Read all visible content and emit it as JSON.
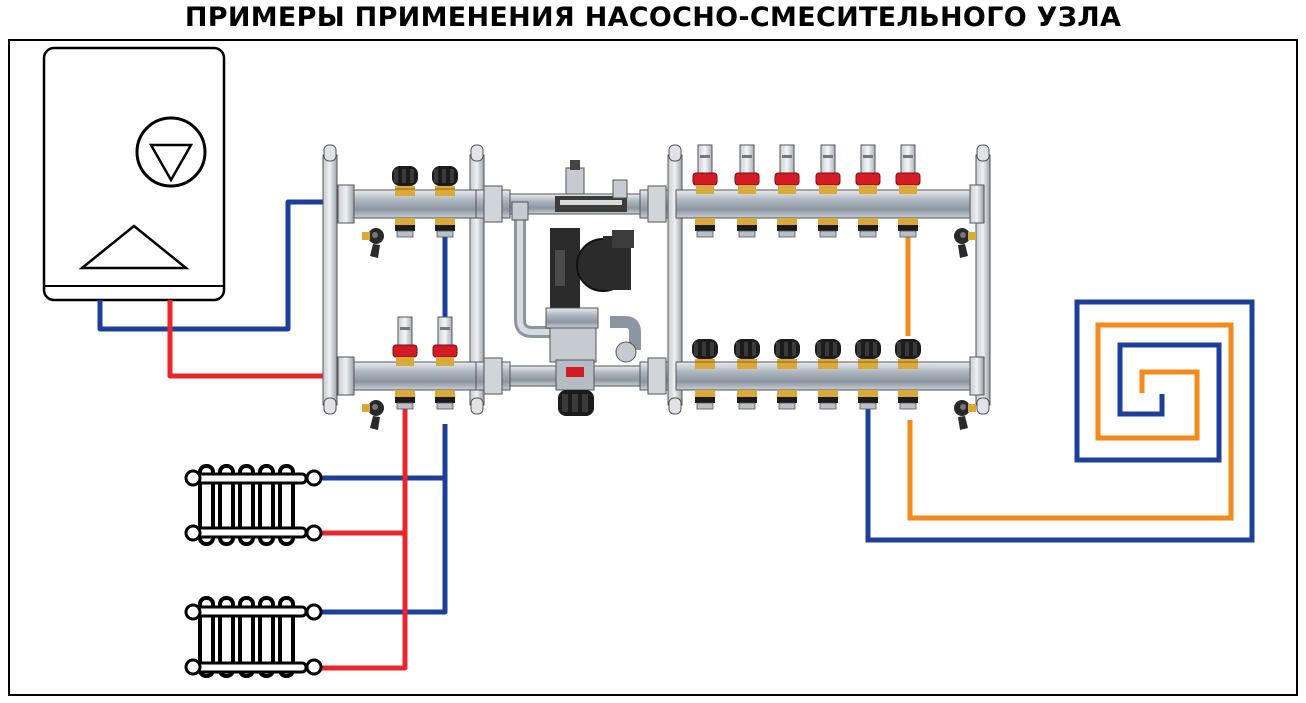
{
  "title": "ПРИМЕРЫ ПРИМЕНЕНИЯ НАСОСНО-СМЕСИТЕЛЬНОГО УЗЛА",
  "colors": {
    "supply": "#e8262b",
    "return": "#1d3f9a",
    "floor_supply": "#f28a1e",
    "steel": "#b9c0c8",
    "knob_black": "#1b1b1b",
    "flowmeter_red": "#d41b25",
    "frame": "#000000"
  },
  "components": {
    "boiler": "boiler",
    "pump_icon": "pump-icon",
    "flame_icon": "heat-exchanger-icon",
    "radiators": [
      "radiator-1",
      "radiator-2"
    ],
    "floor_loop": "underfloor-heating-loop",
    "radiator_manifold": "radiator-manifold",
    "pump_mixing_unit": "pump-mixing-unit",
    "floor_manifold": "underfloor-manifold"
  }
}
